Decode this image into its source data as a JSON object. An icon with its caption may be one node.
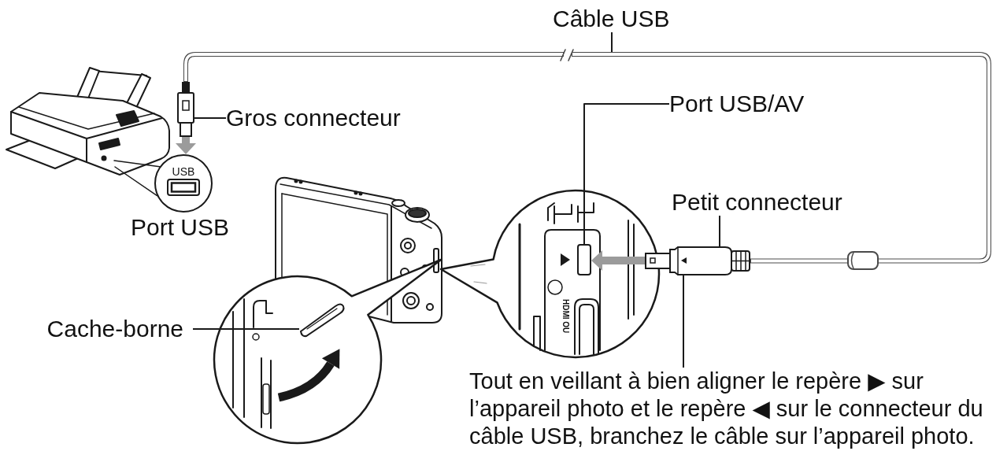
{
  "diagram": {
    "nodes": [
      {
        "text": [
          "Câble USB"
        ]
      },
      {
        "text": [
          "Gros connecteur"
        ]
      },
      {
        "text": [],
        "shape": "picture"
      },
      {
        "text": [
          "Port USB/AV"
        ]
      },
      {
        "text": [],
        "shape": "circle"
      },
      {
        "text": [],
        "shape": "box",
        "in": 4
      },
      {
        "text": [
          "Petit connecteur"
        ]
      },
      {
        "text": [],
        "shape": "picture"
      },
      {
        "text": [
          "USB"
        ],
        "beside": [
          "Port USB"
        ]
      },
      {
        "text": [],
        "shape": "circle"
      },
      {
        "text": [],
        "shape": "picture",
        "in": 9
      },
      {
        "text": [
          "Cache-borne"
        ]
      },
      {
        "text": [
          "Tout en veillant à bien aligner le repère ▶ sur l’appareil photo et le repère ◀ sur le connecteur du câble USB, branchez le câble sur l’appareil photo."
        ]
      }
    ],
    "edges": [
      {
        "from": 2,
        "to": 7,
        "arrow": "none",
        "style": "thick",
        "color": "#4a4a4a"
      },
      {
        "from": 0,
        "to": null,
        "arrow": "none"
      },
      {
        "from": 1,
        "to": 2,
        "arrow": "none"
      },
      {
        "from": 2,
        "to": 8,
        "arrow": "to",
        "style": "thick",
        "color": "#9b9b9b"
      },
      {
        "from": 3,
        "to": 5,
        "arrow": "none"
      },
      {
        "from": 6,
        "to": 7,
        "arrow": "none"
      },
      {
        "from": 7,
        "to": 5,
        "arrow": "to",
        "style": "thick",
        "color": "#9b9b9b"
      },
      {
        "from": 11,
        "to": 10,
        "arrow": "none"
      },
      {
        "from": 12,
        "to": 7,
        "arrow": "none"
      }
    ],
    "labels": [
      "HDMI OU"
    ]
  }
}
